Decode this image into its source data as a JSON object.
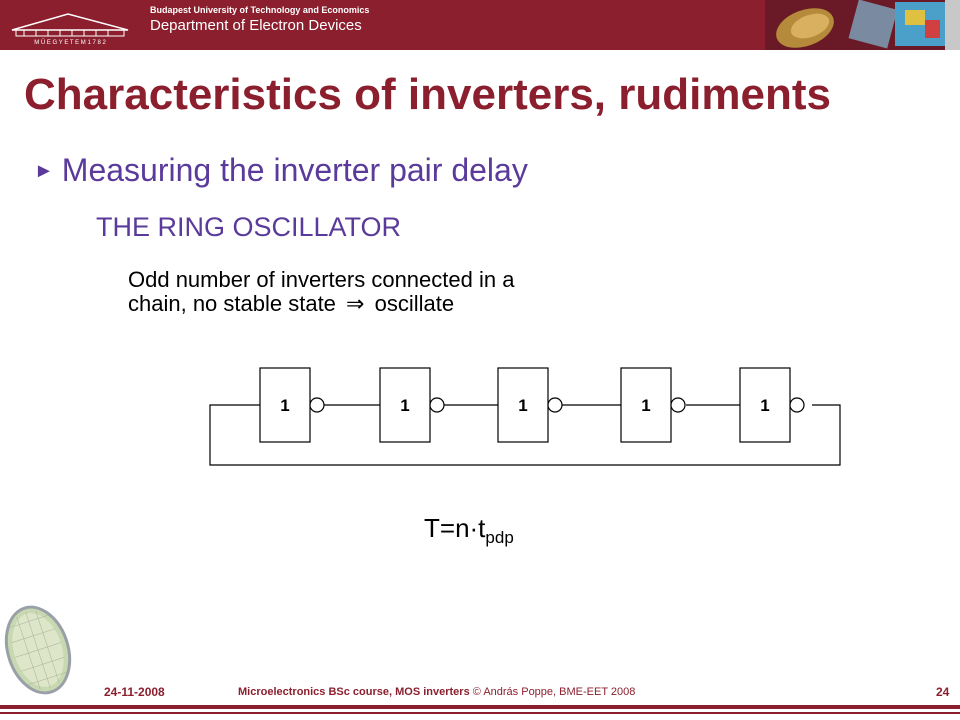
{
  "header": {
    "university": "Budapest University of Technology and Economics",
    "department": "Department of Electron Devices",
    "logo_text": "M Ű E G Y E T E M 1 7 8 2"
  },
  "slide": {
    "title": "Characteristics of inverters, rudiments",
    "bullet": "Measuring the inverter pair delay",
    "subheading": "THE RING OSCILLATOR",
    "description_line1": "Odd number of inverters connected in a",
    "description_line2_a": "chain, no stable state",
    "description_arrow": "⇒",
    "description_line2_b": "oscillate",
    "inverter_labels": [
      "1",
      "1",
      "1",
      "1",
      "1"
    ],
    "formula_main": "T=n·t",
    "formula_sub": "pdp"
  },
  "footer": {
    "date": "24-11-2008",
    "course": "Microelectronics BSc course, MOS inverters",
    "copyright": "© András Poppe, BME-EET 2008",
    "page": "24"
  },
  "colors": {
    "brand": "#8b1f2e",
    "accent": "#5a3a9a"
  }
}
